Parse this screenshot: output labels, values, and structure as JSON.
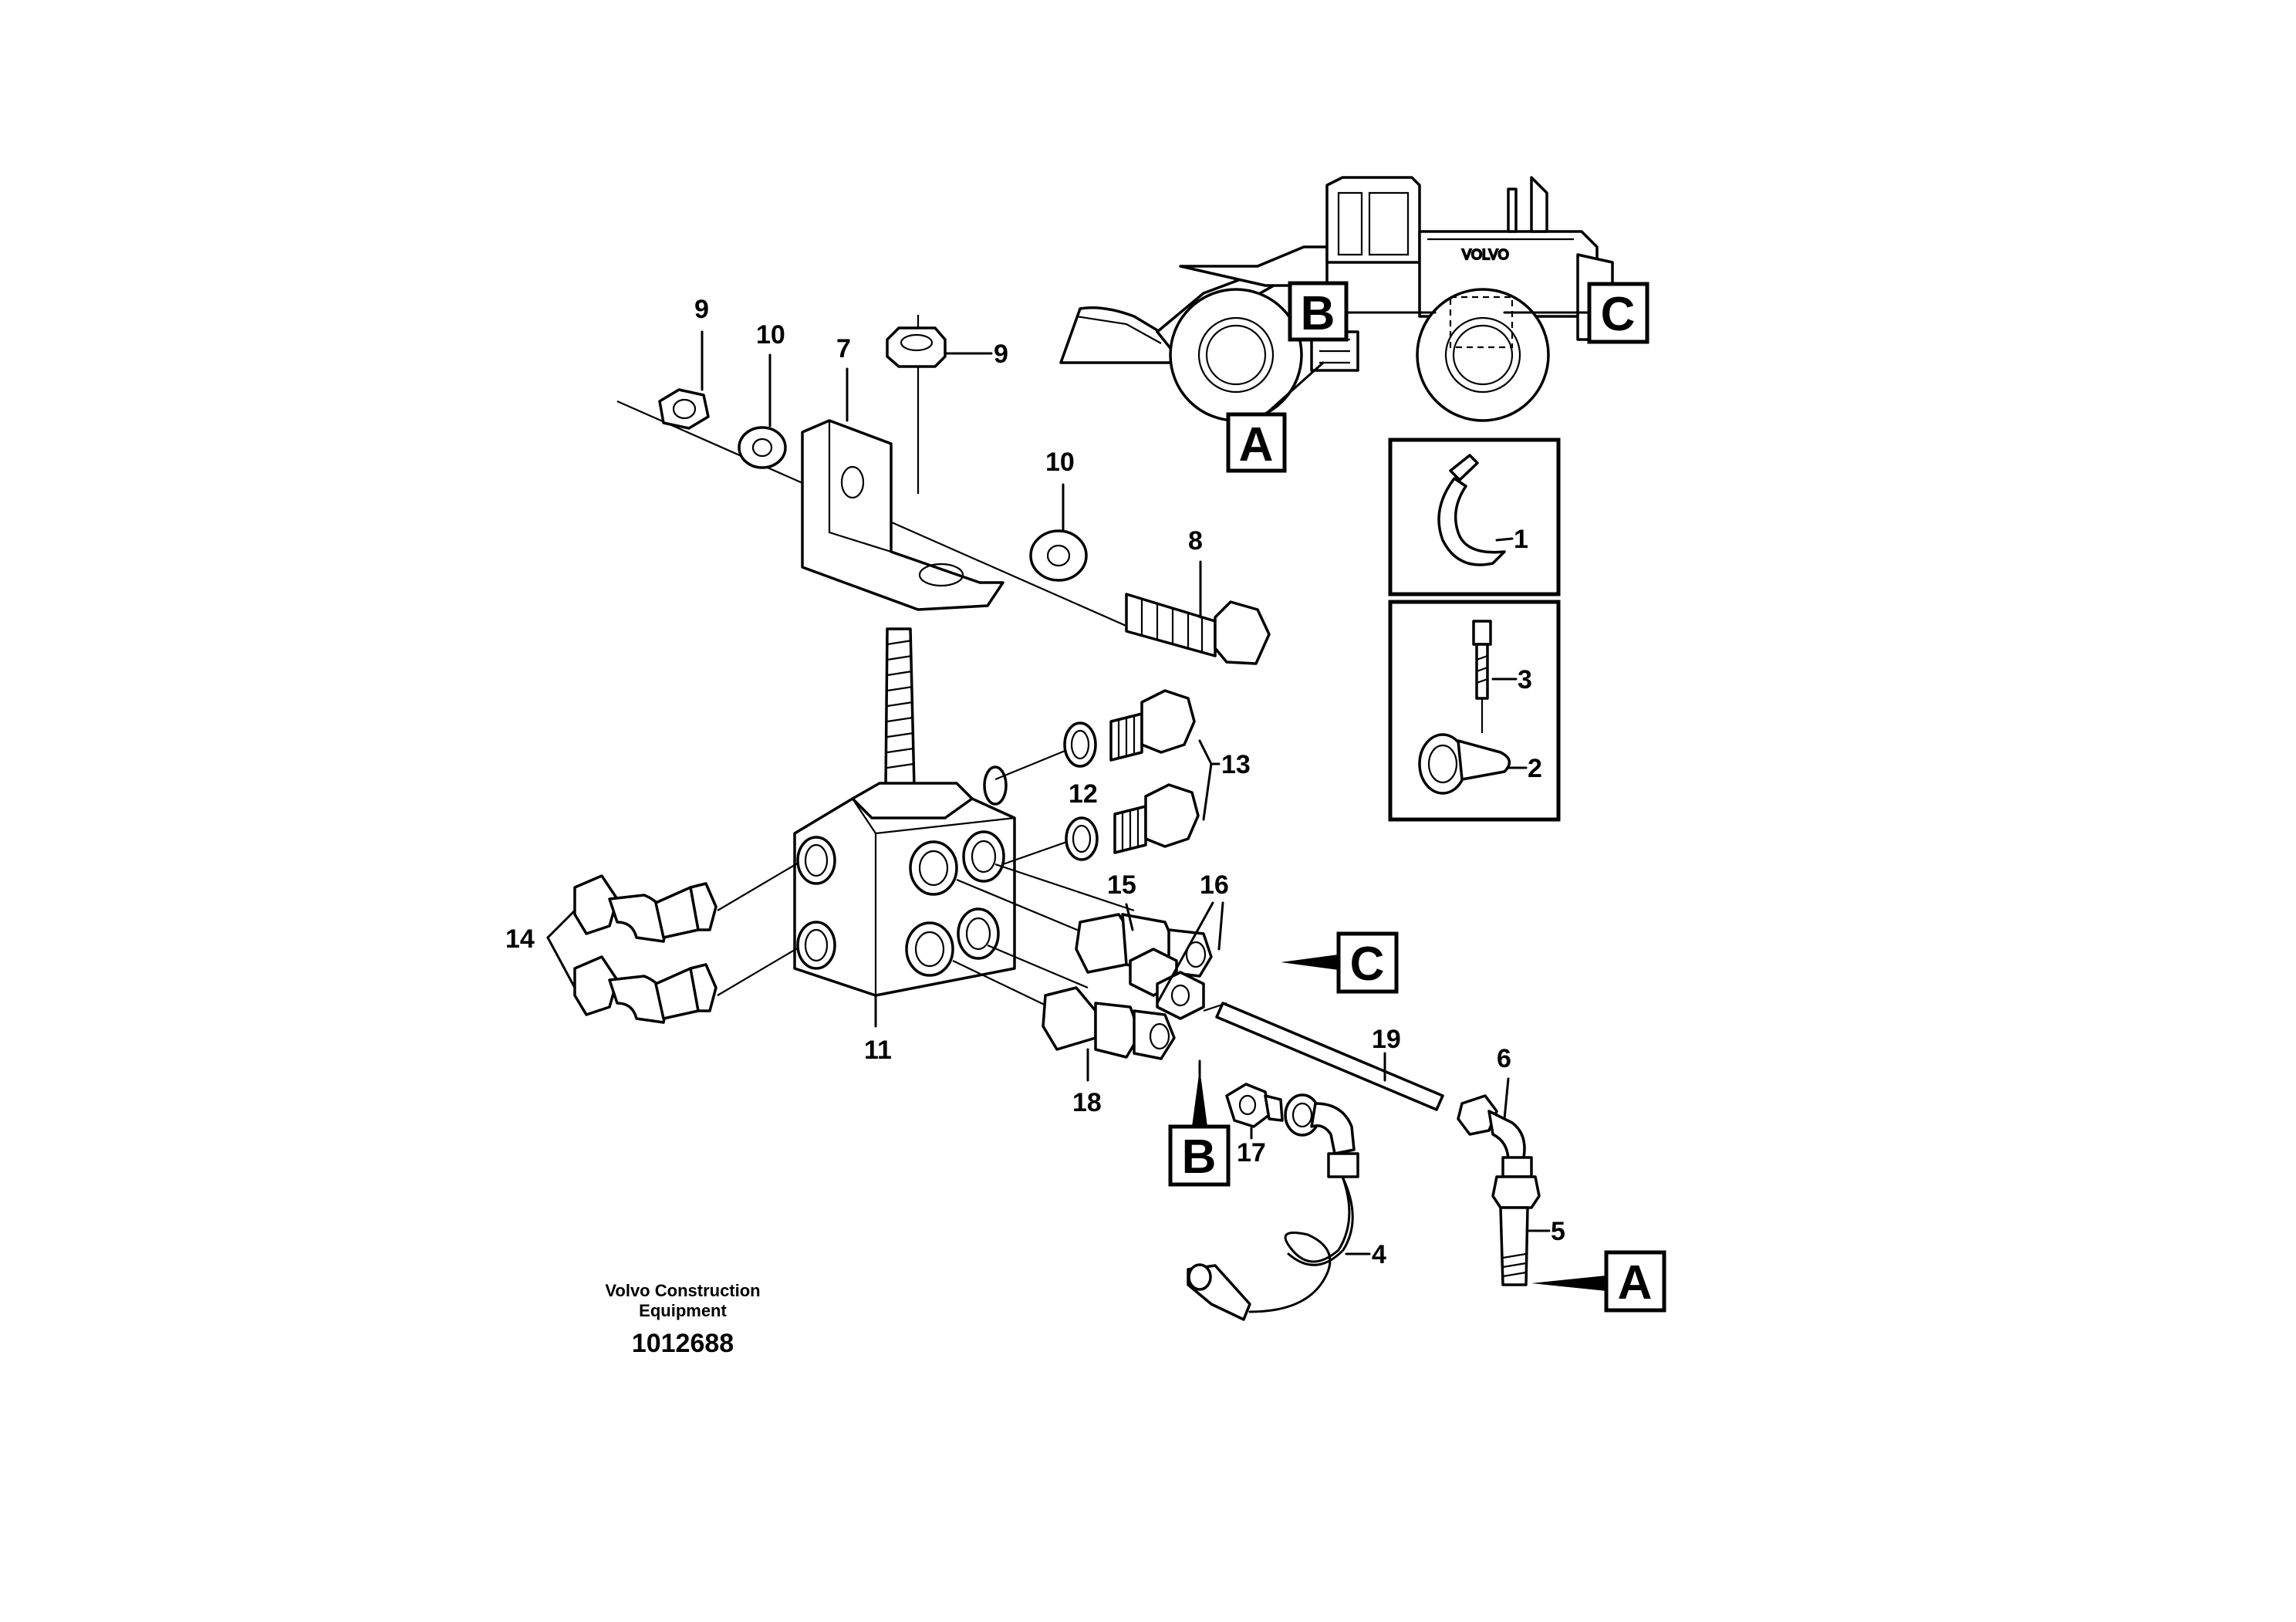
{
  "footer": {
    "maker_line1": "Volvo Construction",
    "maker_line2": "Equipment",
    "drawing_number": "1012688"
  },
  "view_markers": {
    "a": "A",
    "b": "B",
    "c": "C"
  },
  "callouts": {
    "n1": "1",
    "n2": "2",
    "n3": "3",
    "n4": "4",
    "n5": "5",
    "n6": "6",
    "n7": "7",
    "n8": "8",
    "n9": "9",
    "n10": "10",
    "n11": "11",
    "n12": "12",
    "n13": "13",
    "n14": "14",
    "n15": "15",
    "n16": "16",
    "n17": "17",
    "n18": "18",
    "n19": "19"
  },
  "machine": {
    "brand_decal": "VOLVO"
  }
}
